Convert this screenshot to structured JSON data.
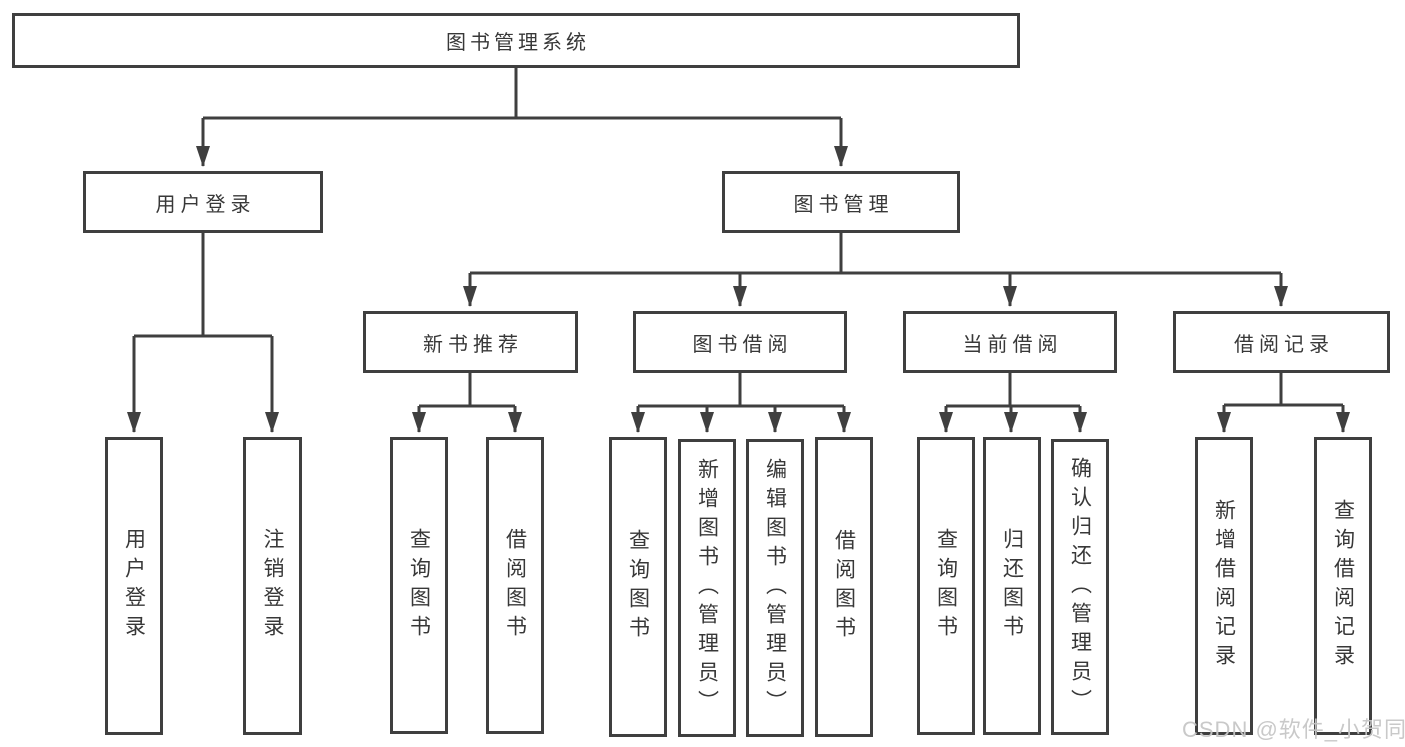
{
  "tree": {
    "label": "图书管理系统",
    "children": [
      {
        "label": "用户登录",
        "children": [
          {
            "label": "用户登录"
          },
          {
            "label": "注销登录"
          }
        ]
      },
      {
        "label": "图书管理",
        "children": [
          {
            "label": "新书推荐",
            "children": [
              {
                "label": "查询图书"
              },
              {
                "label": "借阅图书"
              }
            ]
          },
          {
            "label": "图书借阅",
            "children": [
              {
                "label": "查询图书"
              },
              {
                "label": "新增图书（管理员）"
              },
              {
                "label": "编辑图书（管理员）"
              },
              {
                "label": "借阅图书"
              }
            ]
          },
          {
            "label": "当前借阅",
            "children": [
              {
                "label": "查询图书"
              },
              {
                "label": "归还图书"
              },
              {
                "label": "确认归还（管理员）"
              }
            ]
          },
          {
            "label": "借阅记录",
            "children": [
              {
                "label": "新增借阅记录"
              },
              {
                "label": "查询借阅记录"
              }
            ]
          }
        ]
      }
    ]
  },
  "watermark": {
    "text": "CSDN @软件_小贺同学"
  },
  "colors": {
    "line": "#3f3f3f",
    "text": "#383838",
    "watermark": "#c6c6c6",
    "background": "#ffffff"
  }
}
